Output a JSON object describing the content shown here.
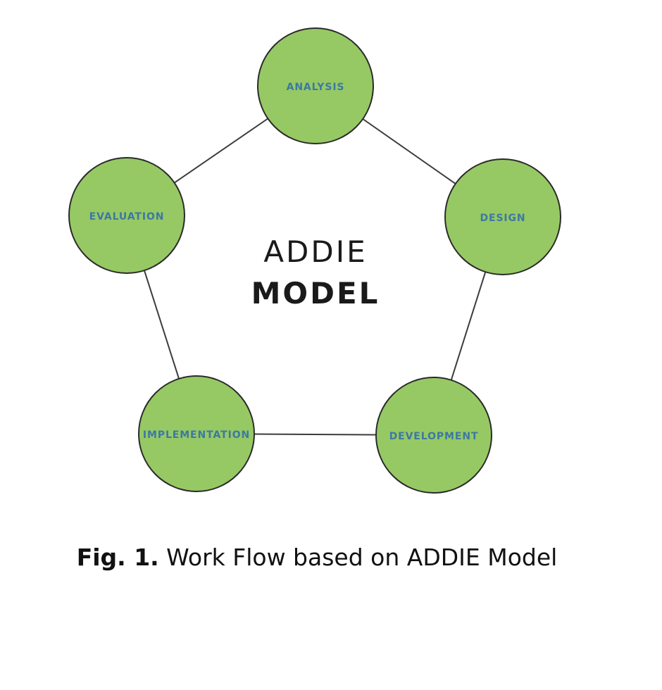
{
  "diagram": {
    "center": {
      "line1": "ADDIE",
      "line2": "MODEL"
    },
    "nodes": [
      {
        "id": "analysis",
        "label": "ANALYSIS"
      },
      {
        "id": "design",
        "label": "DESIGN"
      },
      {
        "id": "development",
        "label": "DEVELOPMENT"
      },
      {
        "id": "implementation",
        "label": "IMPLEMENTATION"
      },
      {
        "id": "evaluation",
        "label": "EVALUATION"
      }
    ],
    "edges": [
      [
        "analysis",
        "design"
      ],
      [
        "design",
        "development"
      ],
      [
        "development",
        "implementation"
      ],
      [
        "implementation",
        "evaluation"
      ],
      [
        "evaluation",
        "analysis"
      ]
    ],
    "colors": {
      "node_fill": "#96c964",
      "node_border": "#2a2a2a",
      "label_text": "#3d78a3",
      "edge": "#3c3c3c"
    }
  },
  "caption": {
    "label": "Fig. 1.",
    "text": " Work Flow based on ADDIE Model"
  }
}
